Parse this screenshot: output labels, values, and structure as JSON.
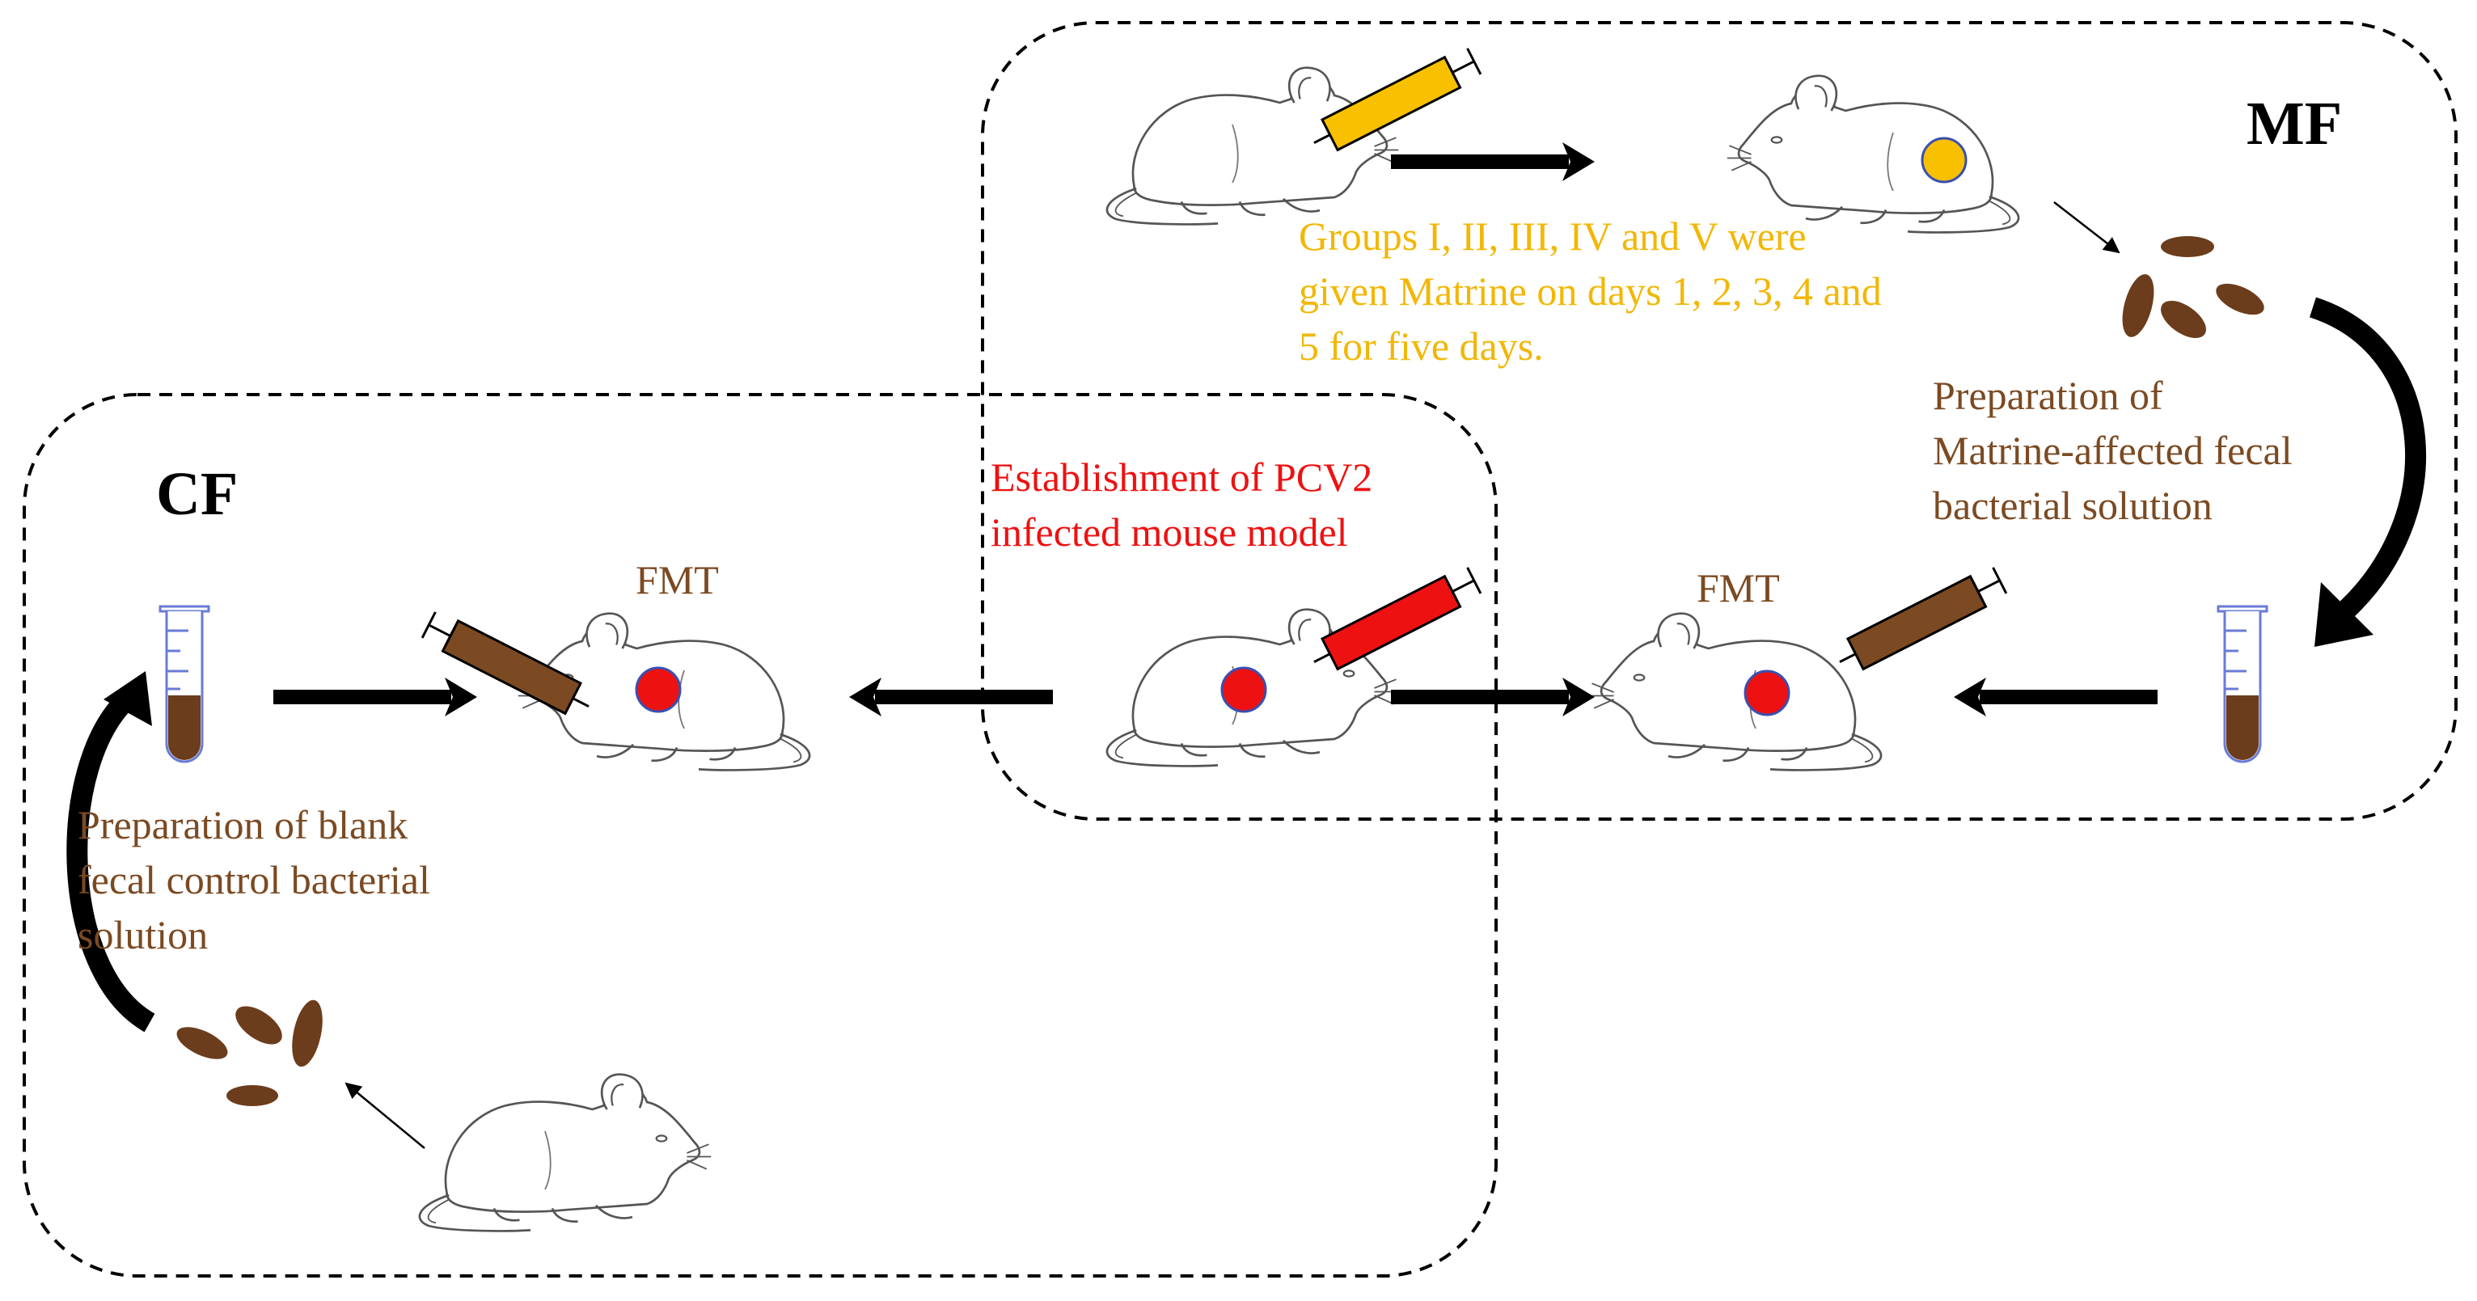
{
  "groups": {
    "cf_label": "CF",
    "mf_label": "MF"
  },
  "labels": {
    "establishment": "Establishment of PCV2\ninfected mouse model",
    "matrine_groups": "Groups I, II, III, IV and V were\ngiven Matrine on days 1, 2, 3, 4 and\n5 for five days.",
    "prep_matrine": "Preparation of\nMatrine-affected fecal\nbacterial solution",
    "prep_blank": "Preparation of blank\nfecal control bacterial\nsolution",
    "fmt_left": "FMT",
    "fmt_right": "FMT"
  },
  "colors": {
    "brown": "#7b4a22",
    "yellow": "#f2b705",
    "red": "#ee1111",
    "black": "#000000"
  },
  "icons": [
    "mouse-icon",
    "syringe-icon",
    "test-tube-icon",
    "feces-icon",
    "arrow-icon"
  ]
}
